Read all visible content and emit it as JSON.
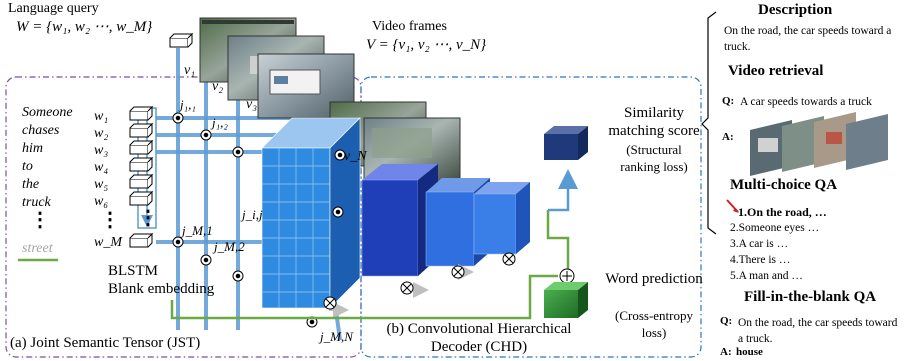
{
  "left": {
    "language_query_title": "Language query",
    "language_query_formula": "W = {w₁, w₂ ⋯, w_M}",
    "sentence_words": [
      "Someone",
      "chases",
      "him",
      "to",
      "the",
      "truck"
    ],
    "ellipsis": "⋮",
    "blank_word": "street",
    "word_labels": [
      "w₁",
      "w₂",
      "w₃",
      "w₄",
      "w₅",
      "w₆",
      "w_M"
    ],
    "blstm_label": "BLSTM",
    "blank_embedding_label": "Blank embedding",
    "jst_caption": "(a) Joint Semantic Tensor (JST)",
    "tensor_labels": [
      "j₁,₁",
      "j₁,₂",
      "j_i,j",
      "j_M,1",
      "j_M,2",
      "j_M,N"
    ]
  },
  "center": {
    "video_frames_title": "Video frames",
    "video_frames_formula": "V = {v₁, v₂ ⋯, v_N}",
    "frame_labels": [
      "v₁",
      "v₂",
      "v₃",
      "v_N"
    ],
    "similarity_title": "Similarity matching score",
    "similarity_sub": "(Structural ranking loss)",
    "word_prediction_title": "Word prediction",
    "word_prediction_sub": "(Cross-entropy loss)",
    "chd_caption": "(b) Convolutional Hierarchical Decoder (CHD)"
  },
  "right": {
    "description_heading": "Description",
    "description_text": "On the road, the car speeds toward a truck.",
    "video_retrieval_heading": "Video retrieval",
    "vr_q_label": "Q:",
    "vr_q_text": "A car speeds towards a truck",
    "vr_a_label": "A:",
    "mcqa_heading": "Multi-choice QA",
    "mcqa_options": [
      "1.On the road, …",
      "2.Someone eyes …",
      "3.A car is …",
      "4.There is …",
      "5.A man and …"
    ],
    "fitb_heading": "Fill-in-the-blank QA",
    "fitb_q_label": "Q:",
    "fitb_q_text": "On the road, the car speeds toward a truck.",
    "fitb_a_label": "A:",
    "fitb_answer": "house"
  },
  "colors": {
    "accent_blue": "#5b9bd5",
    "dark_blue": "#1f3f99",
    "mid_blue": "#2f6fe0",
    "green": "#6aaa45",
    "purple_dash": "#7a4fa6",
    "teal_dash": "#2e77b8"
  }
}
